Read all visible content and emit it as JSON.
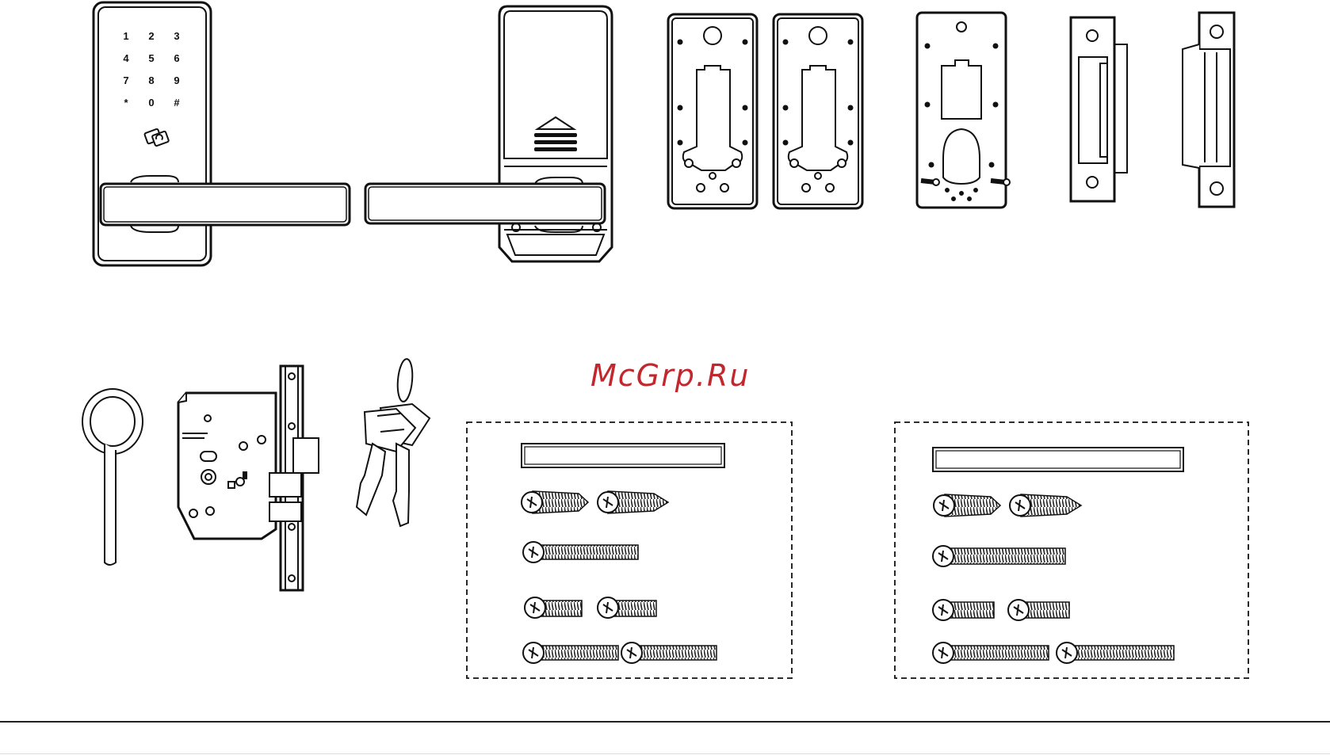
{
  "watermark": {
    "text": "McGrp.Ru",
    "color": "#c1272d"
  },
  "keypad": {
    "keys": [
      "1",
      "2",
      "3",
      "4",
      "5",
      "6",
      "7",
      "8",
      "9",
      "*",
      "0",
      "#"
    ]
  },
  "colors": {
    "stroke": "#111111",
    "fill": "#ffffff"
  },
  "icons": [
    "rfid-card-icon",
    "arrow-up-icon"
  ]
}
